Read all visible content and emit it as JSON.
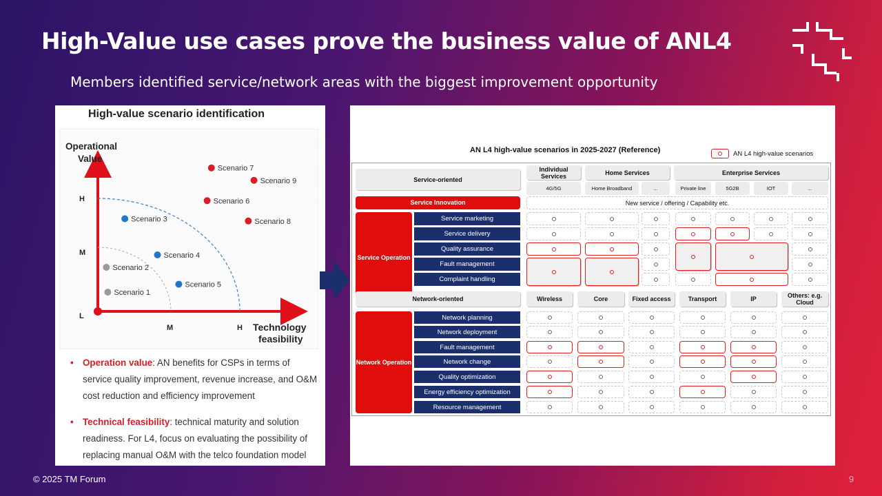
{
  "slide": {
    "title": "High-Value use cases prove the business value of ANL4",
    "subtitle": "Members identified service/network areas with the biggest improvement opportunity",
    "copyright": "© 2025 TM Forum",
    "page_number": "9"
  },
  "left_panel": {
    "title": "High-value scenario identification",
    "y_axis_label": [
      "Operational",
      "Value"
    ],
    "x_axis_label": [
      "Technology",
      "feasibility"
    ],
    "y_ticks": [
      "H",
      "M",
      "L"
    ],
    "x_ticks": [
      "M",
      "H"
    ],
    "bullets": [
      {
        "key": "Operation value",
        "text": ": AN benefits for CSPs in terms of service quality improvement, revenue increase, and O&M cost reduction and efficiency improvement"
      },
      {
        "key": "Technical feasibility",
        "text": ": technical maturity and solution readiness. For L4, focus on evaluating the possibility of replacing manual O&M with the telco foundation model"
      }
    ]
  },
  "chart_data": {
    "type": "scatter",
    "title": "High-value scenario identification",
    "xlabel": "Technology feasibility",
    "ylabel": "Operational Value",
    "x_ticks": [
      "L",
      "M",
      "H"
    ],
    "y_ticks": [
      "L",
      "M",
      "H"
    ],
    "colors": {
      "red": "#d81f26",
      "blue": "#1e78c8",
      "gray": "#9a9a9a"
    },
    "points": [
      {
        "name": "Scenario 1",
        "x": 0.07,
        "y": 0.17,
        "color": "gray"
      },
      {
        "name": "Scenario 2",
        "x": 0.06,
        "y": 0.39,
        "color": "gray"
      },
      {
        "name": "Scenario 3",
        "x": 0.19,
        "y": 0.82,
        "color": "blue"
      },
      {
        "name": "Scenario 4",
        "x": 0.42,
        "y": 0.5,
        "color": "blue"
      },
      {
        "name": "Scenario 5",
        "x": 0.57,
        "y": 0.24,
        "color": "blue"
      },
      {
        "name": "Scenario 6",
        "x": 0.77,
        "y": 0.98,
        "color": "red"
      },
      {
        "name": "Scenario 7",
        "x": 0.8,
        "y": 1.27,
        "color": "red"
      },
      {
        "name": "Scenario 8",
        "x": 1.06,
        "y": 0.8,
        "color": "red"
      },
      {
        "name": "Scenario 9",
        "x": 1.1,
        "y": 1.16,
        "color": "red"
      }
    ]
  },
  "right_panel": {
    "title": "AN L4 high-value scenarios in 2025-2027   (Reference)",
    "legend": "AN L4 high-value scenarios",
    "service_header": "Service-oriented",
    "service_categories": [
      "Individual Services",
      "Home Services",
      "Enterprise Services"
    ],
    "service_sub": [
      "4G/5G",
      "Home Broadband",
      "...",
      "Private  line",
      "5G2B",
      "IOT",
      "..."
    ],
    "service_innovation": "Service Innovation",
    "service_innovation_text": "New service / offering / Capability etc.",
    "service_operation": "Service Operation",
    "service_rows": [
      "Service marketing",
      "Service delivery",
      "Quality assurance",
      "Fault management",
      "Complaint handling"
    ],
    "network_header": "Network-oriented",
    "network_categories": [
      "Wireless",
      "Core",
      "Fixed access",
      "Transport",
      "IP",
      "Others: e.g. Cloud"
    ],
    "network_operation": "Network Operation",
    "network_rows": [
      "Network planning",
      "Network deployment",
      "Fault management",
      "Network change",
      "Quality optimization",
      "Energy efficiency optimization",
      "Resource management"
    ]
  }
}
